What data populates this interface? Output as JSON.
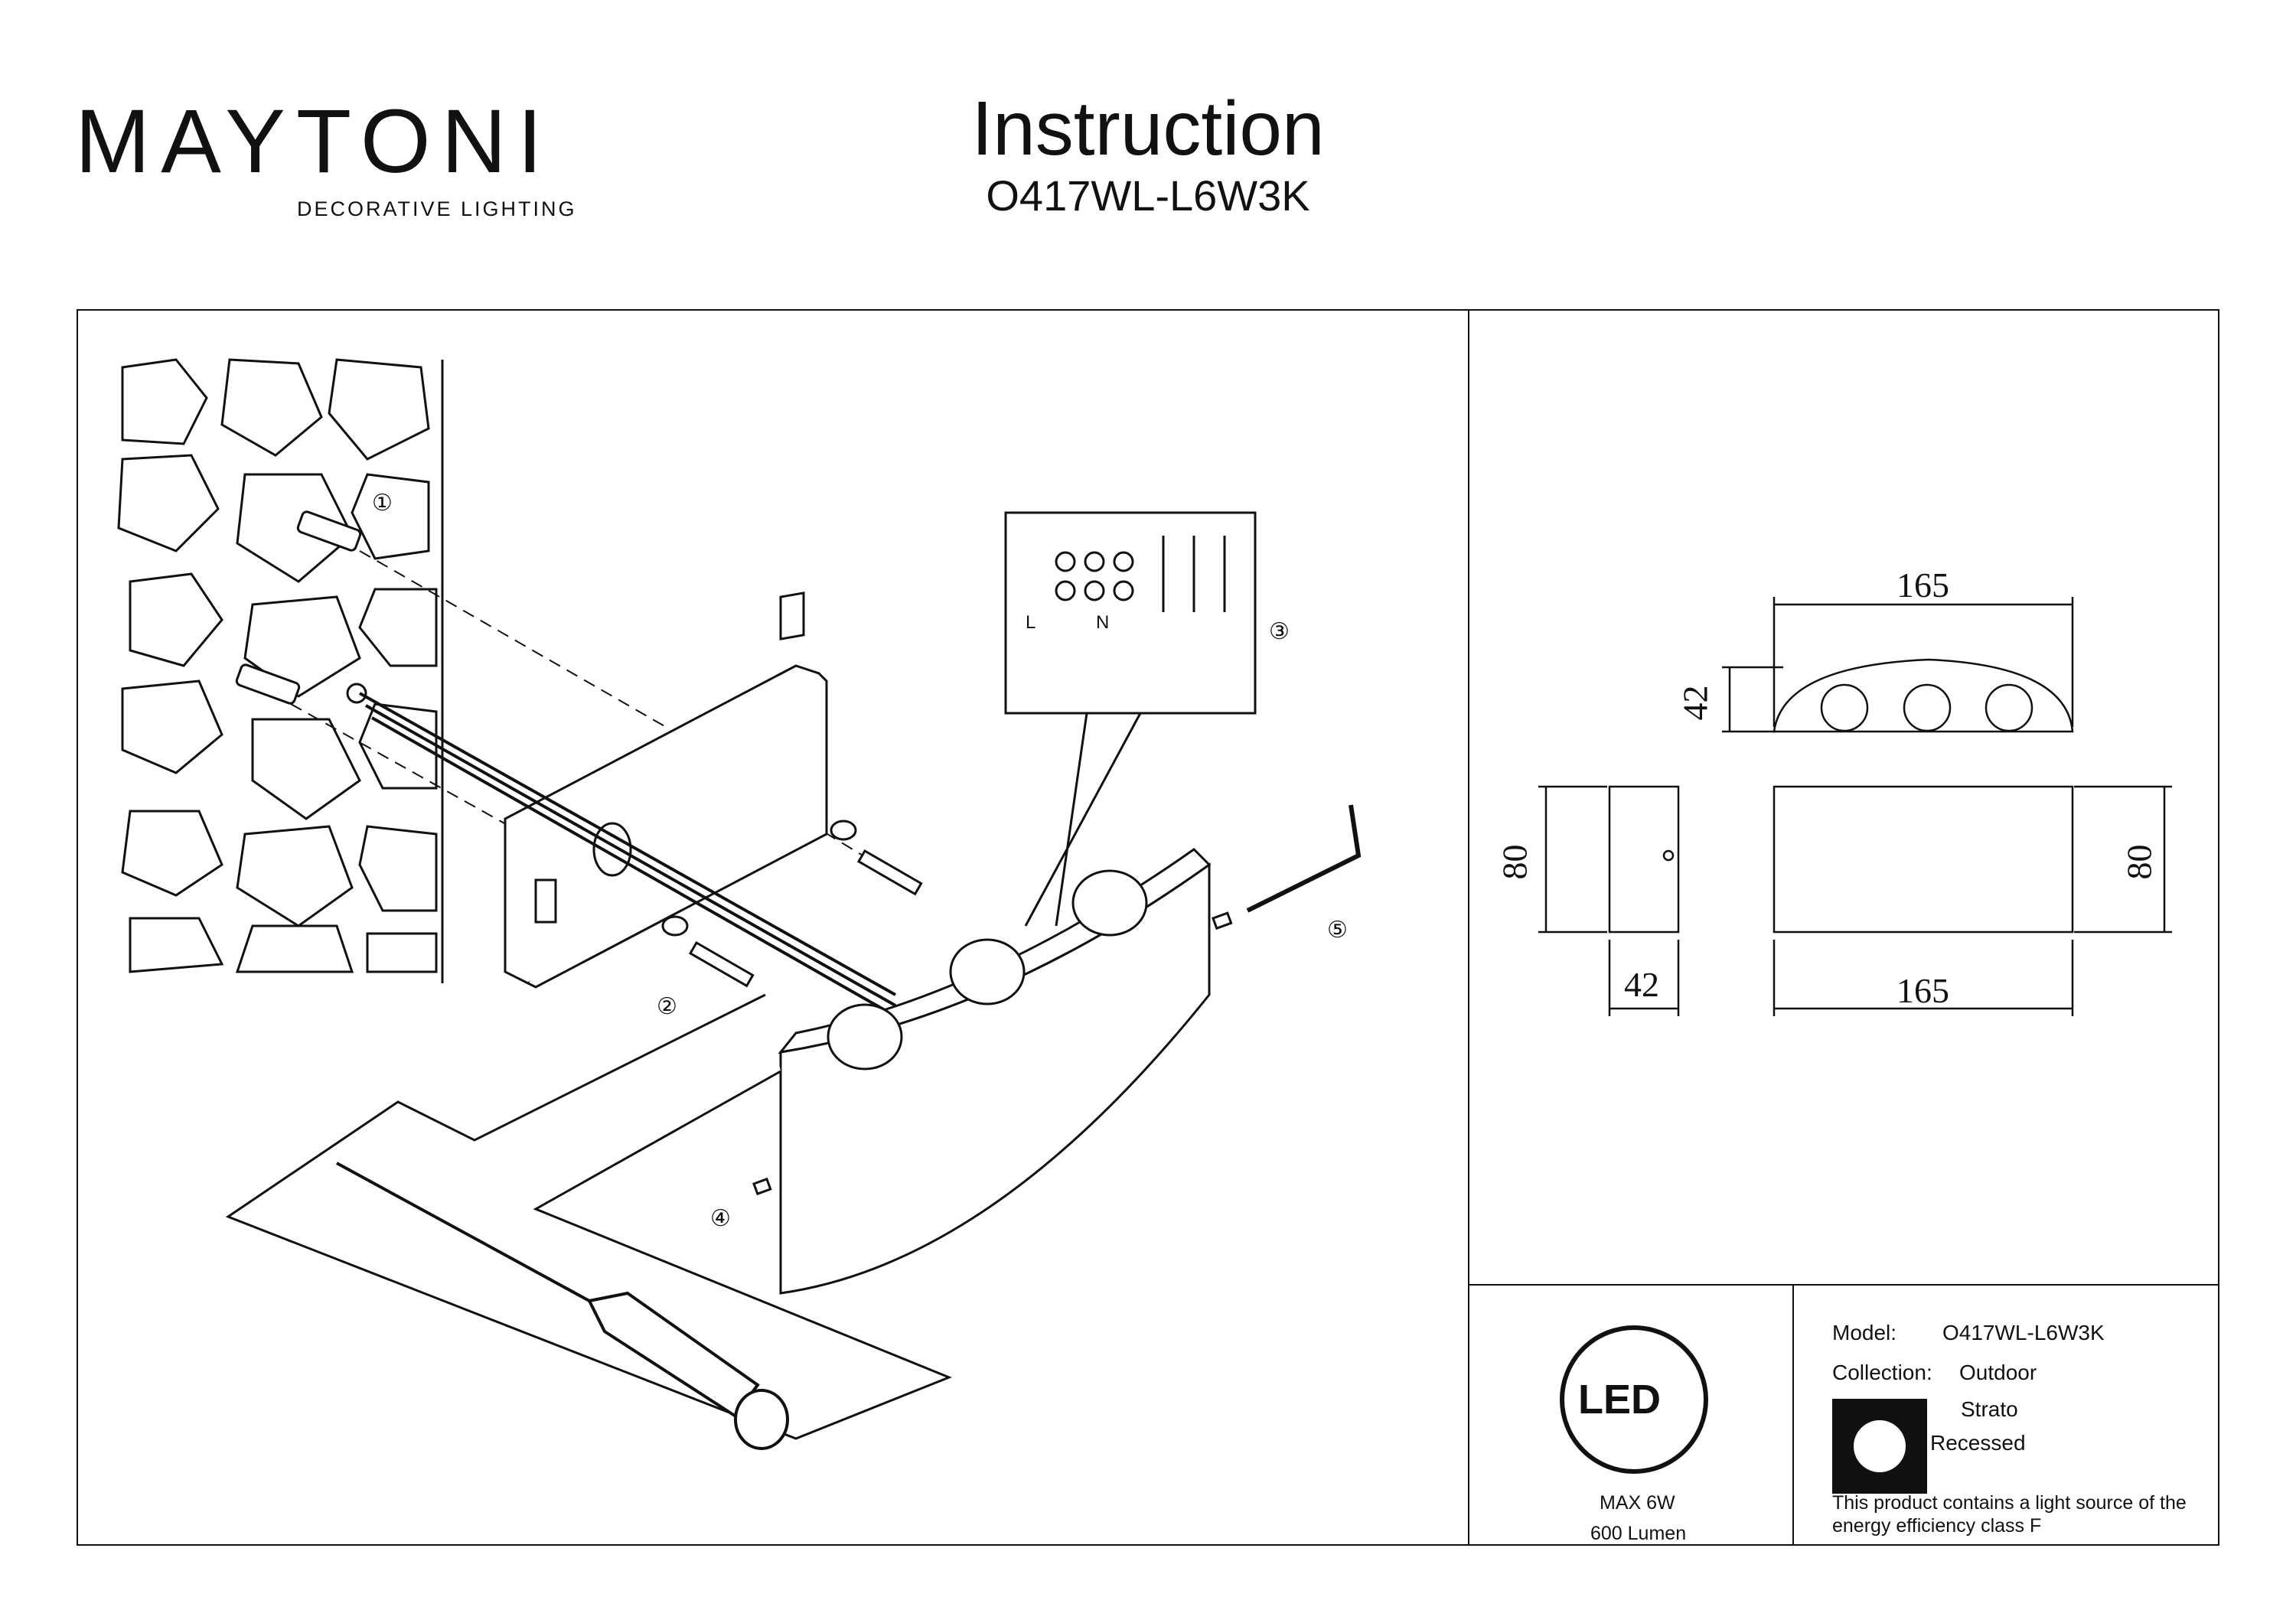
{
  "header": {
    "brand": "MAYTONI",
    "brand_tagline": "DECORATIVE LIGHTING",
    "title": "Instruction",
    "model_code": "O417WL-L6W3K"
  },
  "steps": [
    "①",
    "②",
    "③",
    "④",
    "⑤"
  ],
  "wiring": {
    "terminal_l": "L",
    "terminal_n": "N"
  },
  "dimensions": {
    "top_width": "165",
    "top_depth": "42",
    "side_height": "80",
    "side_depth": "42",
    "front_height": "80",
    "front_width": "165"
  },
  "spec": {
    "led_badge": "LED",
    "max_power": "MAX 6W",
    "lumen": "600 Lumen"
  },
  "product": {
    "model_label": "Model:",
    "model_value": "O417WL-L6W3K",
    "collection_label": "Collection:",
    "collection_value": "Outdoor",
    "line1": "Strato",
    "line2": "Recessed",
    "energy_note_1": "This product contains a light source of the",
    "energy_note_2": "energy efficiency class F"
  }
}
